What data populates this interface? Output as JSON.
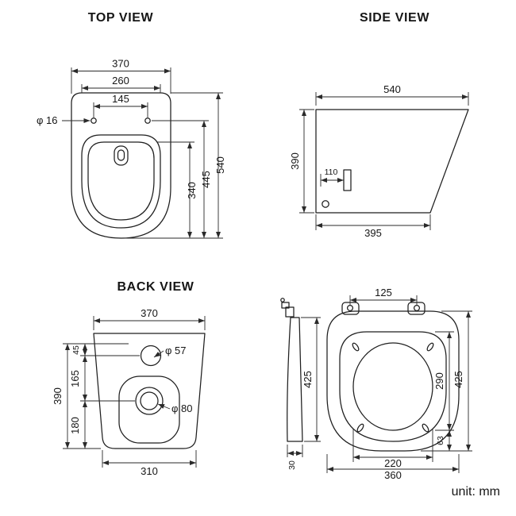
{
  "unit_label": "unit: mm",
  "top_view": {
    "title": "TOP VIEW",
    "overall_width": "370",
    "tank_width": "260",
    "hole_spacing": "145",
    "hole_diameter": "φ 16",
    "overall_length": "540",
    "bowl_length": "445",
    "inner_bowl_length": "340"
  },
  "side_view": {
    "title": "SIDE VIEW",
    "top_depth": "540",
    "height": "390",
    "outlet_offset": "110",
    "bottom_depth": "395"
  },
  "back_view": {
    "title": "BACK VIEW",
    "top_width": "370",
    "seg_top": "45",
    "seg_middle": "165",
    "seg_bottom": "180",
    "height": "390",
    "inlet_diameter": "φ 57",
    "outlet_diameter": "φ 80",
    "bottom_width": "310"
  },
  "seat_view": {
    "hinge_spacing": "125",
    "profile_thickness": "30",
    "profile_length": "425",
    "lid_length": "425",
    "seat_ring_length": "290",
    "front_edge": "63",
    "opening_width": "220",
    "lid_width": "360"
  }
}
